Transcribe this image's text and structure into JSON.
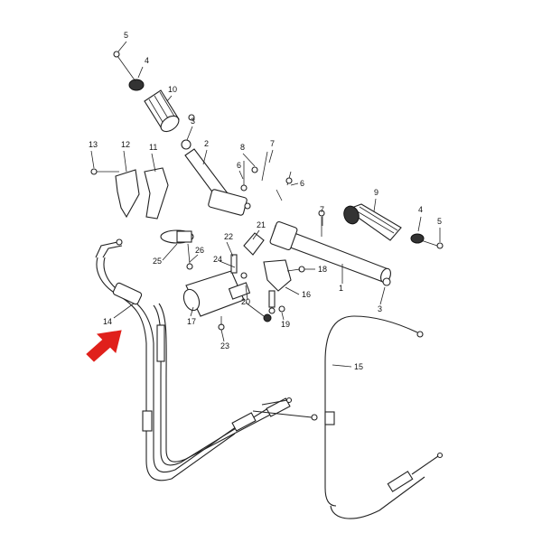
{
  "diagram": {
    "callouts": [
      "1",
      "2",
      "3",
      "3",
      "4",
      "4",
      "5",
      "5",
      "6",
      "6",
      "7",
      "7",
      "8",
      "9",
      "10",
      "11",
      "12",
      "13",
      "14",
      "15",
      "16",
      "17",
      "18",
      "19",
      "20",
      "21",
      "22",
      "23",
      "24",
      "25",
      "26"
    ]
  },
  "colors": {
    "line": "#222222",
    "arrow": "#e0201b",
    "background": "#ffffff"
  }
}
